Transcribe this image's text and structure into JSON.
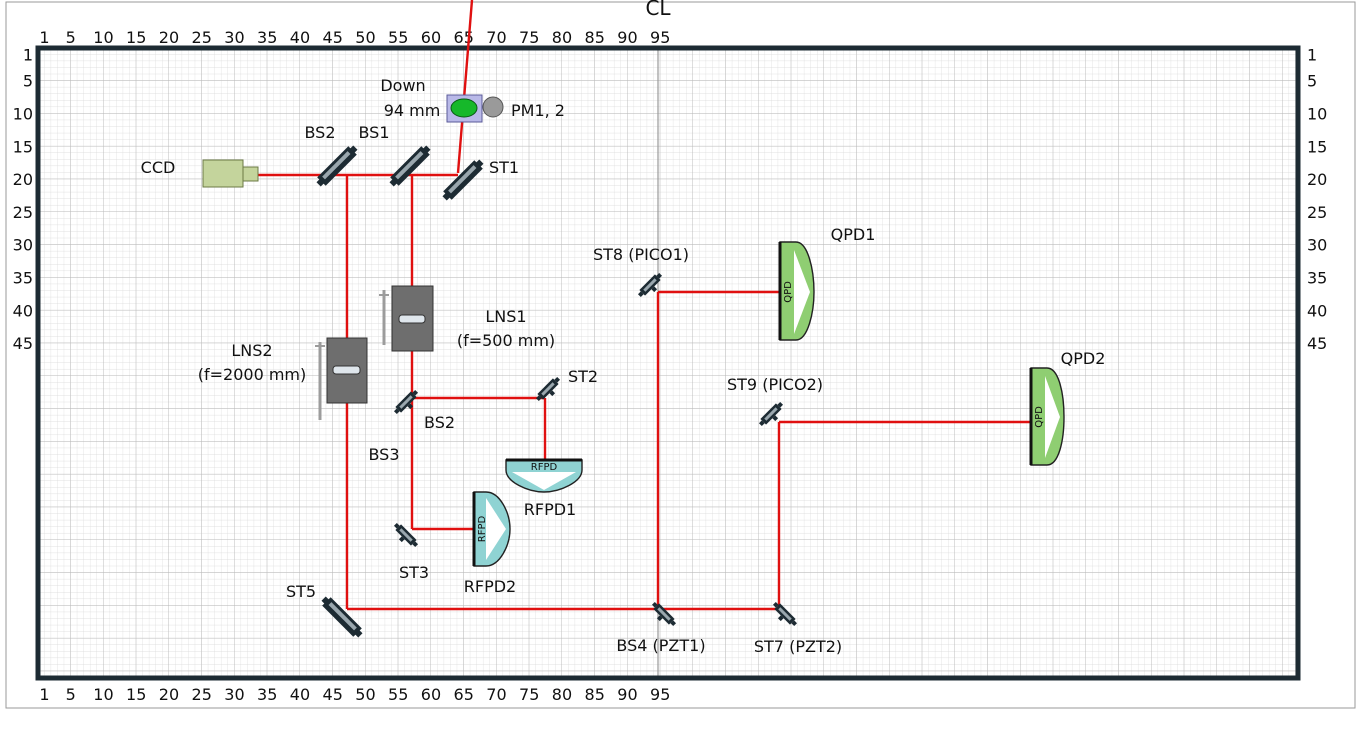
{
  "board": {
    "center_label": "CL",
    "x_ticks": [
      "1",
      "5",
      "10",
      "15",
      "20",
      "25",
      "30",
      "35",
      "40",
      "45",
      "50",
      "55",
      "60",
      "65",
      "70",
      "75",
      "80",
      "85",
      "90",
      "95"
    ],
    "y_ticks": [
      "1",
      "5",
      "10",
      "15",
      "20",
      "25",
      "30",
      "35",
      "40",
      "45"
    ]
  },
  "components": {
    "ccd": "CCD",
    "bs2_top": "BS2",
    "bs1": "BS1",
    "st1": "ST1",
    "down_1": "Down",
    "down_2": "94 mm",
    "pm": "PM1, 2",
    "lns1_1": "LNS1",
    "lns1_2": "(f=500 mm)",
    "lns2_1": "LNS2",
    "lns2_2": "(f=2000 mm)",
    "bs2_mid": "BS2",
    "bs3": "BS3",
    "st2": "ST2",
    "rfpd1": "RFPD1",
    "rfpd2": "RFPD2",
    "rfpd_inner": "RFPD",
    "st3": "ST3",
    "st5": "ST5",
    "st8": "ST8 (PICO1)",
    "st9": "ST9 (PICO2)",
    "qpd1": "QPD1",
    "qpd2": "QPD2",
    "qpd_inner": "QPD",
    "bs4": "BS4 (PZT1)",
    "st7": "ST7 (PZT2)"
  },
  "colors": {
    "beam": "#e01010",
    "frame": "#1d2b33",
    "grid": "#c8c8c8",
    "rfpd": "#8fd3d3",
    "qpd": "#8fce72",
    "ccd": "#c4d49c",
    "lens_mount": "#6e6e6e"
  }
}
